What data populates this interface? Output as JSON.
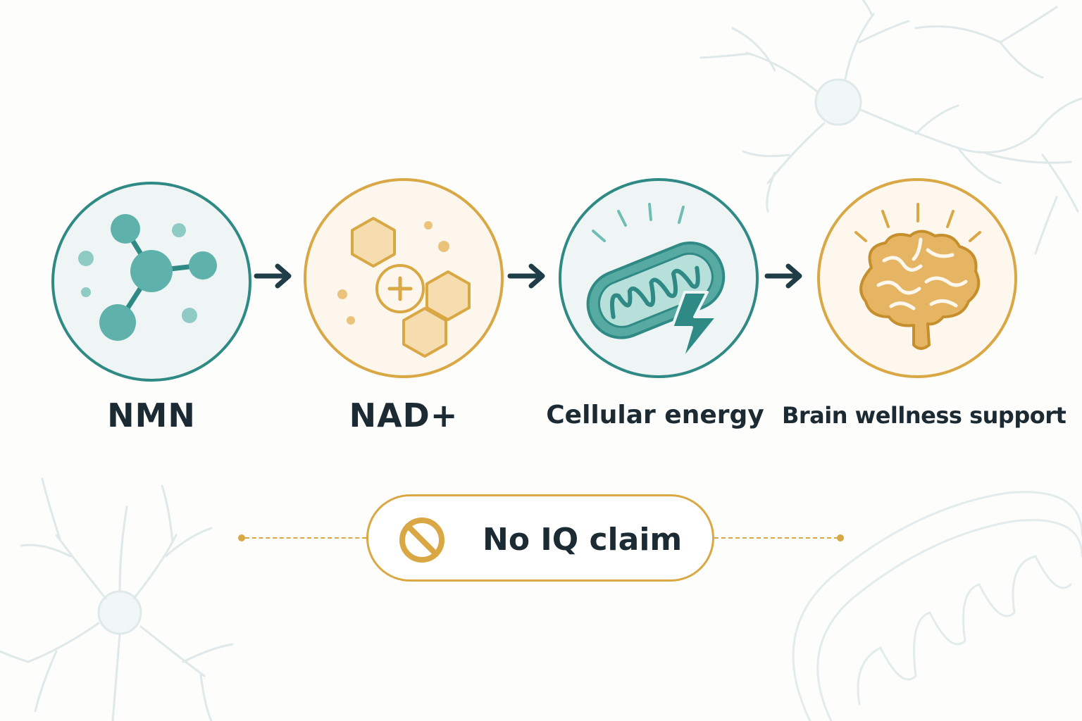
{
  "colors": {
    "teal": "#2f8a85",
    "teal_light": "#6fbdb6",
    "gold": "#d9a845",
    "gold_light": "#f4d9a7",
    "text_dark": "#1c2b33",
    "arrow": "#1f3d47"
  },
  "steps": [
    {
      "label": "NMN",
      "icon": "molecule-icon"
    },
    {
      "label": "NAD+",
      "icon": "nad-hexagon-icon"
    },
    {
      "label": "Cellular energy",
      "icon": "mitochondria-icon"
    },
    {
      "label": "Brain wellness support",
      "icon": "brain-icon"
    }
  ],
  "disclaimer": {
    "text": "No IQ claim",
    "icon": "prohibited-icon"
  }
}
